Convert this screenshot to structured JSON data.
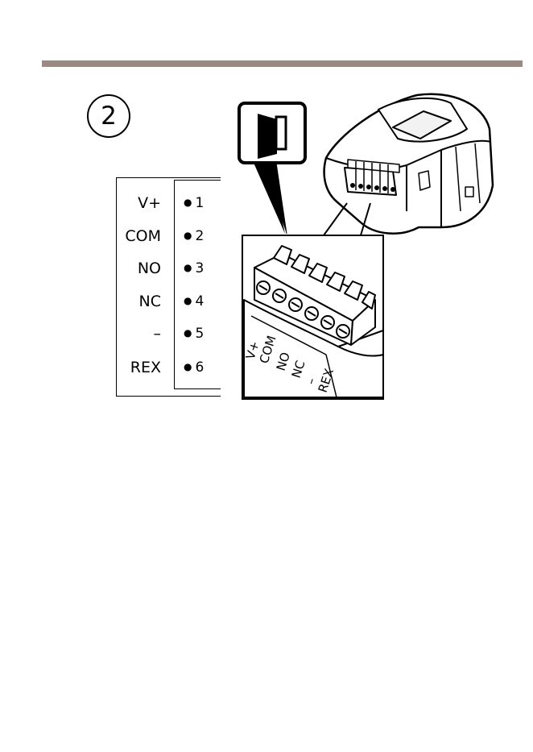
{
  "step": {
    "number": "2"
  },
  "pins": [
    {
      "label": "V+",
      "number": "1"
    },
    {
      "label": "COM",
      "number": "2"
    },
    {
      "label": "NO",
      "number": "3"
    },
    {
      "label": "NC",
      "number": "4"
    },
    {
      "label": "–",
      "number": "5"
    },
    {
      "label": "REX",
      "number": "6"
    }
  ],
  "connector_labels": [
    "V+",
    "COM",
    "NO",
    "NC",
    "–",
    "REX"
  ],
  "icons": {
    "door": "door-icon",
    "device": "door-controller-module-icon"
  },
  "colors": {
    "rule": "#9b8a84",
    "line": "#000000",
    "background": "#ffffff"
  }
}
